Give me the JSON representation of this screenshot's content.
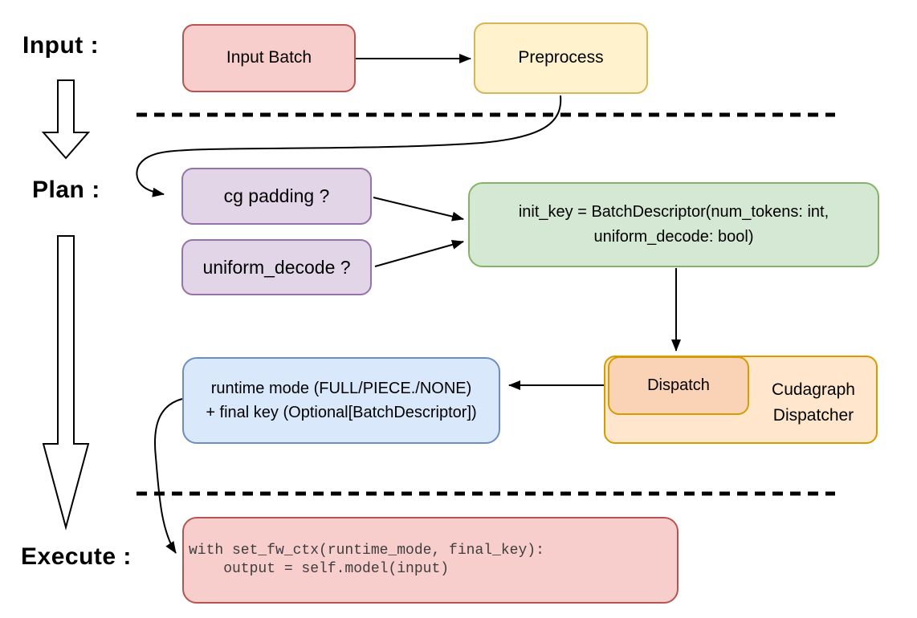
{
  "stages": {
    "input": "Input :",
    "plan": "Plan :",
    "execute": "Execute :"
  },
  "nodes": {
    "input_batch": {
      "label": "Input Batch",
      "fill": "#f8cecc",
      "stroke": "#b85450"
    },
    "preprocess": {
      "label": "Preprocess",
      "fill": "#fff2cc",
      "stroke": "#d6b656"
    },
    "cg_padding": {
      "label": "cg padding ?",
      "fill": "#e1d5e7",
      "stroke": "#9673a6"
    },
    "uniform_decode": {
      "label": "uniform_decode ?",
      "fill": "#e1d5e7",
      "stroke": "#9673a6"
    },
    "init_key": {
      "lines": [
        "init_key = BatchDescriptor(num_tokens: int,",
        "uniform_decode: bool)"
      ],
      "fill": "#d5e8d4",
      "stroke": "#82b366"
    },
    "runtime_mode_final_key": {
      "lines": [
        "runtime mode (FULL/PIECE./NONE)",
        "+ final key (Optional[BatchDescriptor])"
      ],
      "fill": "#dae8fc",
      "stroke": "#6c8ebf"
    },
    "dispatch": {
      "label": "Dispatch",
      "fill": "#fad2b6",
      "stroke": "#d79b00"
    },
    "cudagraph_dispatcher": {
      "label": "Cudagraph Dispatcher",
      "fill": "#ffe6cc",
      "stroke": "#d79b00"
    },
    "execute_code": {
      "lines": [
        "with set_fw_ctx(runtime_mode, final_key):",
        "    output = self.model(input)"
      ],
      "fill": "#f8cecc",
      "stroke": "#b85450"
    }
  },
  "colors": {
    "arrow": "#000000",
    "code_text": "#3d3d3d",
    "background": "#ffffff"
  }
}
